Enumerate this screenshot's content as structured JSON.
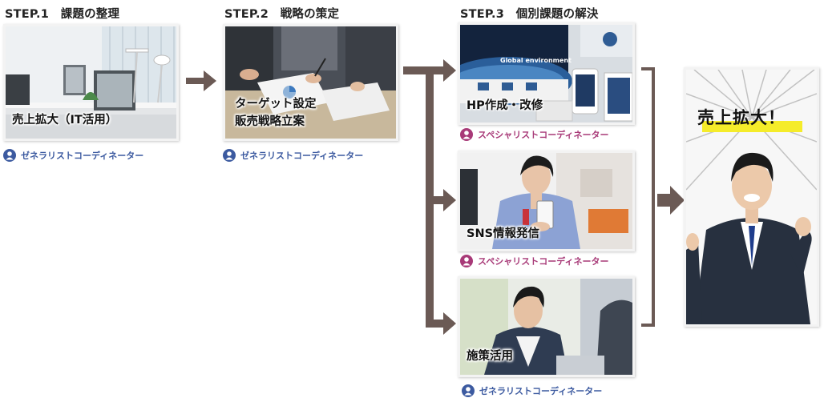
{
  "steps": [
    {
      "title": "STEP.1　課題の整理"
    },
    {
      "title": "STEP.2　戦略の策定"
    },
    {
      "title": "STEP.3　個別課題の解決"
    }
  ],
  "cards": {
    "it": {
      "caption": "売上拡大（IT活用）",
      "role": "ゼネラリストコーディネーター"
    },
    "strategy": {
      "caption_line1": "ターゲット設定",
      "caption_line2": "販売戦略立案",
      "role": "ゼネラリストコーディネーター"
    },
    "hp": {
      "caption": "HP作成・改修",
      "screen_text": "Global environment",
      "role": "スペシャリストコーディネーター"
    },
    "sns": {
      "caption": "SNS情報発信",
      "role": "スペシャリストコーディネーター"
    },
    "policy": {
      "caption": "施策活用",
      "role": "ゼネラリストコーディネーター"
    }
  },
  "result": {
    "label": "売上拡大！"
  },
  "colors": {
    "arrow": "#6b5a55",
    "generalist": "#3c5aa0",
    "specialist": "#a83a78",
    "highlight": "#f5ec2a"
  },
  "icons": {
    "generalist": "person-blue-icon",
    "specialist": "person-magenta-icon"
  }
}
